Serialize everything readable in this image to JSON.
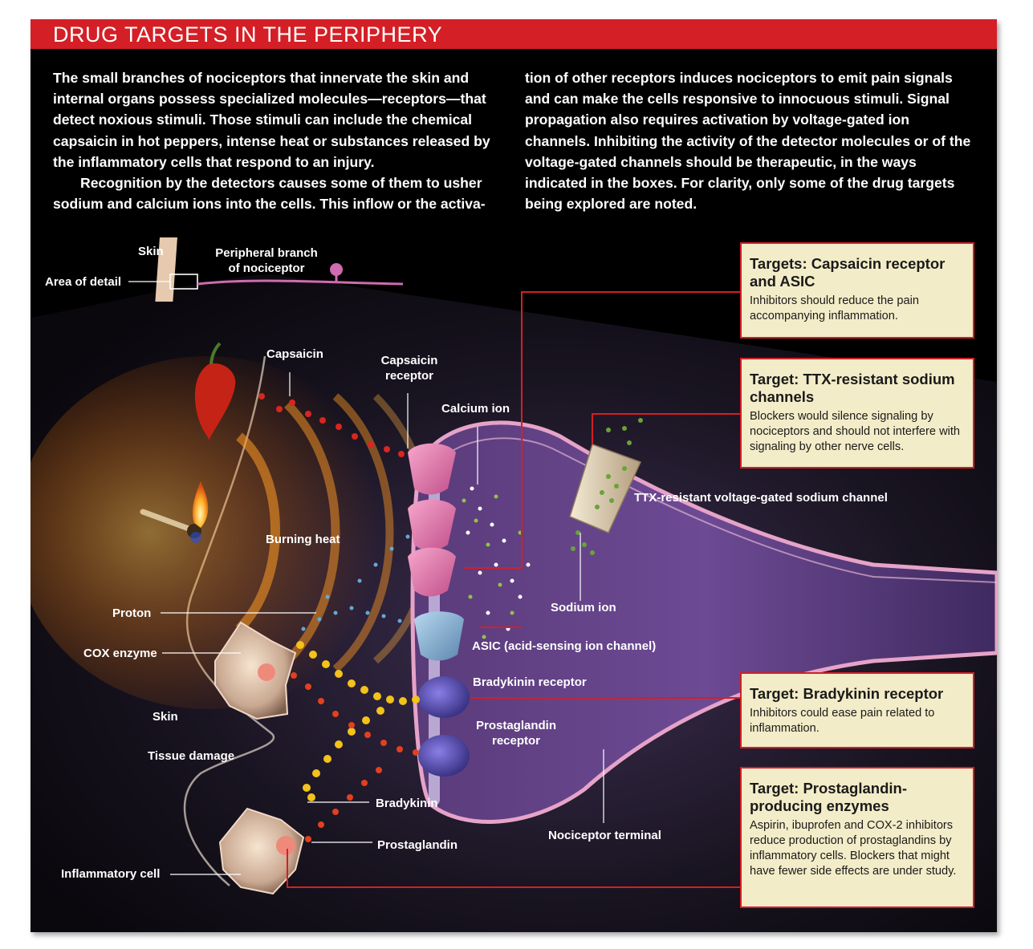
{
  "header": {
    "title": "DRUG TARGETS IN THE PERIPHERY"
  },
  "intro": {
    "col1_p1": "The small branches of nociceptors that innervate the skin and internal organs possess specialized molecules—receptors—that detect noxious stimuli. Those stimuli can include the chemical capsaicin in hot peppers, intense heat or substances released by the inflammatory cells that respond to an injury.",
    "col1_p2": "Recognition by the detectors causes some of them to usher sodium and calcium ions into the cells. This inflow or the activa-",
    "col2": "tion of other receptors induces nociceptors to emit pain signals and can make the cells responsive to innocuous stimuli. Signal propagation also requires activation by voltage-gated ion channels. Inhibiting the activity of the detector molecules or of the voltage-gated channels should be therapeutic, in the ways indicated in the boxes. For clarity, only some of the drug targets being explored are noted."
  },
  "labels": {
    "skin_top": "Skin",
    "area_of_detail": "Area of detail",
    "peripheral_branch_1": "Peripheral branch",
    "peripheral_branch_2": "of nociceptor",
    "capsaicin": "Capsaicin",
    "capsaicin_receptor_1": "Capsaicin",
    "capsaicin_receptor_2": "receptor",
    "calcium_ion": "Calcium ion",
    "burning_heat": "Burning heat",
    "ttx_channel": "TTX-resistant voltage-gated sodium channel",
    "sodium_ion": "Sodium ion",
    "proton": "Proton",
    "cox_enzyme": "COX enzyme",
    "asic": "ASIC (acid-sensing ion channel)",
    "bradykinin_receptor": "Bradykinin receptor",
    "skin": "Skin",
    "tissue_damage": "Tissue damage",
    "prostaglandin_receptor_1": "Prostaglandin",
    "prostaglandin_receptor_2": "receptor",
    "bradykinin": "Bradykinin",
    "prostaglandin": "Prostaglandin",
    "nociceptor_terminal": "Nociceptor terminal",
    "inflammatory_cell": "Inflammatory cell"
  },
  "boxes": [
    {
      "title": "Targets: Capsaicin receptor and ASIC",
      "body": "Inhibitors should reduce the pain accompanying inflammation."
    },
    {
      "title": "Target: TTX-resistant sodium channels",
      "body": "Blockers would silence signaling by nociceptors and should not interfere with signaling by other nerve cells."
    },
    {
      "title": "Target: Bradykinin receptor",
      "body": "Inhibitors could ease pain related to inflammation."
    },
    {
      "title": "Target: Prostaglandin-producing enzymes",
      "body": "Aspirin, ibuprofen and COX-2 inhibitors reduce production of prostaglandins by inflammatory cells. Blockers that might have fewer side effects are under study."
    }
  ],
  "colors": {
    "accent_red": "#d41f26",
    "box_fill": "#f3ecc8",
    "nociceptor": "#6a3f8c",
    "membrane": "#e6a3c8",
    "bradykinin": "#f3c21b",
    "prostaglandin": "#e2401f"
  },
  "icons": [
    "chili-pepper-icon",
    "burning-match-icon",
    "cox-enzyme-icon",
    "inflammatory-cell-icon",
    "capsaicin-receptor-icon",
    "asic-channel-icon",
    "bradykinin-receptor-icon",
    "prostaglandin-receptor-icon",
    "ttx-sodium-channel-icon"
  ]
}
